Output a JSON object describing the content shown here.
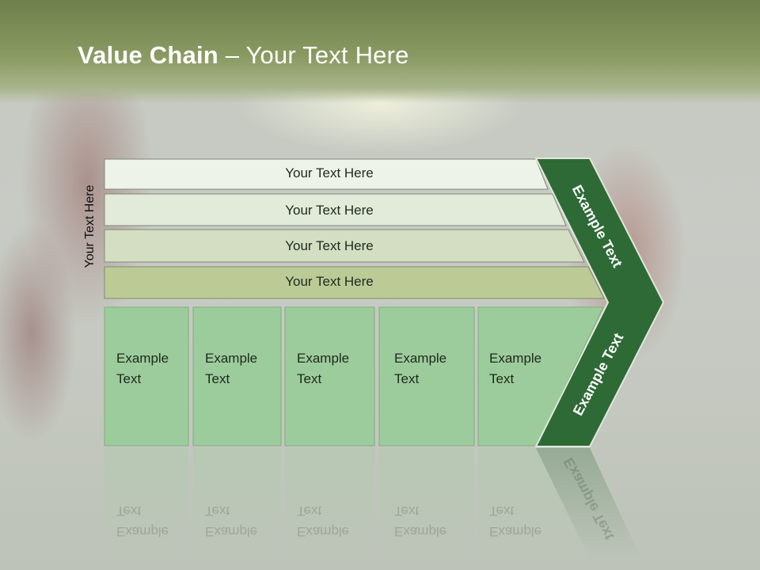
{
  "slide": {
    "title_bold": "Value Chain",
    "title_rest": " – Your Text Here",
    "vertical_label": "Your Text Here"
  },
  "bands": [
    {
      "label": "Your Text Here",
      "color": "#eef3ea"
    },
    {
      "label": "Your Text Here",
      "color": "#e2ead9"
    },
    {
      "label": "Your Text Here",
      "color": "#d3deC2"
    },
    {
      "label": "Your Text Here",
      "color": "#bccb96"
    }
  ],
  "cells": [
    {
      "label": "Example\nText"
    },
    {
      "label": "Example\nText"
    },
    {
      "label": "Example\nText"
    },
    {
      "label": "Example\nText"
    },
    {
      "label": "Example\nText"
    }
  ],
  "chevron": {
    "upper_label": "Example Text",
    "lower_label": "Example Text",
    "color": "#2e6a36",
    "border_color": "#dfe8da"
  },
  "colors": {
    "cell_fill": "#9dcc9c",
    "cell_border": "#7fae7e",
    "band_border": "#7f8a74"
  }
}
